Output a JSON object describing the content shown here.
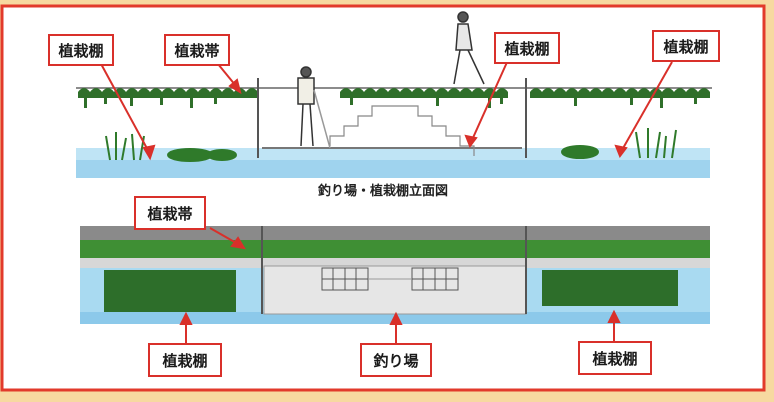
{
  "elevation": {
    "labels": {
      "planting_shelf_left": "植栽棚",
      "planting_belt": "植栽帯",
      "planting_shelf_center": "植栽棚",
      "planting_shelf_right": "植栽棚"
    },
    "caption": "釣り場・植栽棚立面図"
  },
  "plan": {
    "labels": {
      "planting_belt": "植栽帯",
      "planting_shelf_left": "植栽棚",
      "fishing_spot": "釣り場",
      "planting_shelf_right": "植栽棚"
    }
  },
  "colors": {
    "frame_border": "#d9302a",
    "outer_bg": "#f7d9a0",
    "water": "#9fd3ee",
    "foliage": "#2f7a2a",
    "paving": "#d8d8d8"
  }
}
